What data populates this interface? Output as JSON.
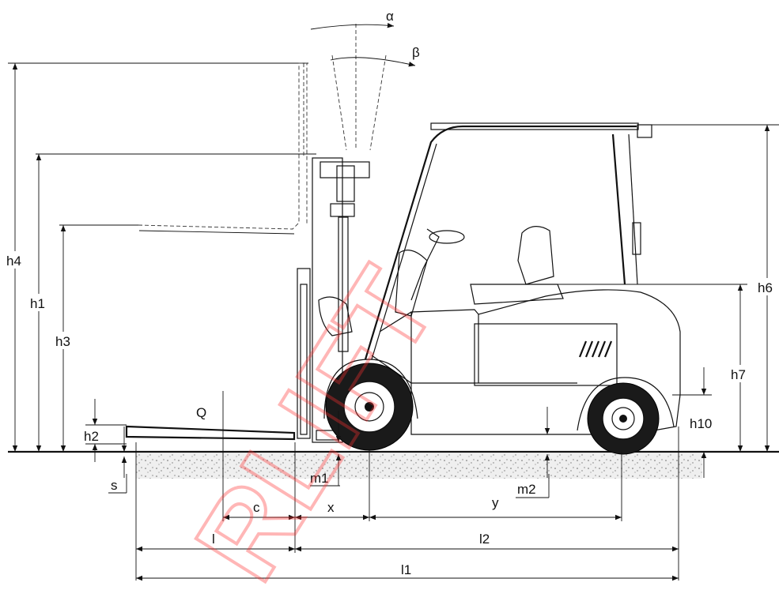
{
  "diagram": {
    "labels": {
      "alpha": "α",
      "beta": "β",
      "h4": "h4",
      "h1": "h1",
      "h3": "h3",
      "h2": "h2",
      "s": "s",
      "Q": "Q",
      "m1": "m1",
      "m2": "m2",
      "c": "c",
      "x": "x",
      "y": "y",
      "l": "l",
      "l2": "l2",
      "l1": "l1",
      "h6": "h6",
      "h7": "h7",
      "h10": "h10"
    },
    "watermark": "RLIFT",
    "colors": {
      "lines": "#111111",
      "watermark": "#ff3030",
      "ground": "#e8e8e8"
    }
  }
}
